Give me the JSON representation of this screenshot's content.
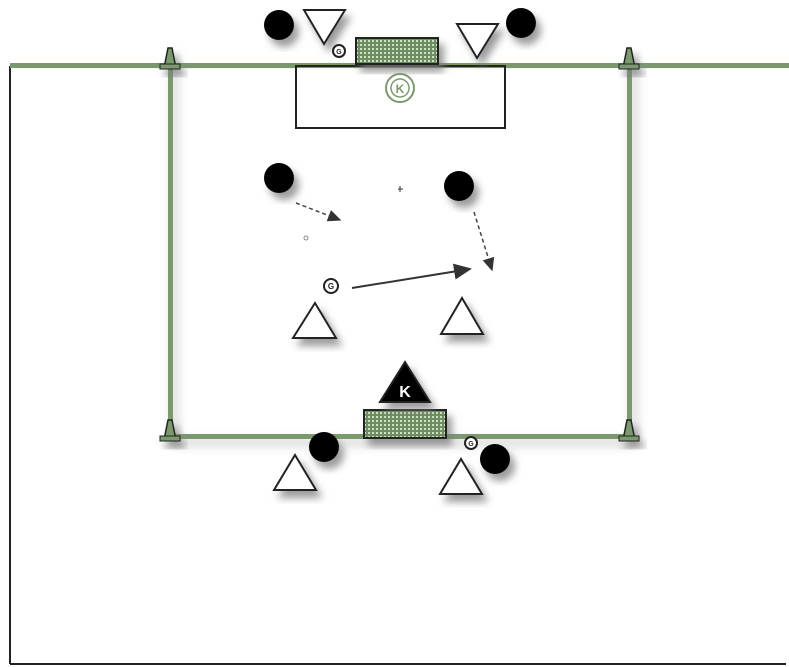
{
  "diagram": {
    "colors": {
      "line": "#7a9a6e",
      "line_dark": "#3d5a35",
      "player_dark": "#000000",
      "player_light": "#ffffff",
      "outline": "#222222",
      "shadow": "#8a8a8a"
    },
    "goalkeeper_label": "K",
    "ball_label": "G",
    "counts": {
      "dark_players": 6,
      "light_players": 6,
      "goals": 2,
      "cones": 4,
      "balls": 4
    },
    "icons": [
      "dark-player-icon",
      "light-player-icon",
      "goalkeeper-icon",
      "goal-icon",
      "cone-icon",
      "ball-icon",
      "arrow-icon"
    ]
  }
}
